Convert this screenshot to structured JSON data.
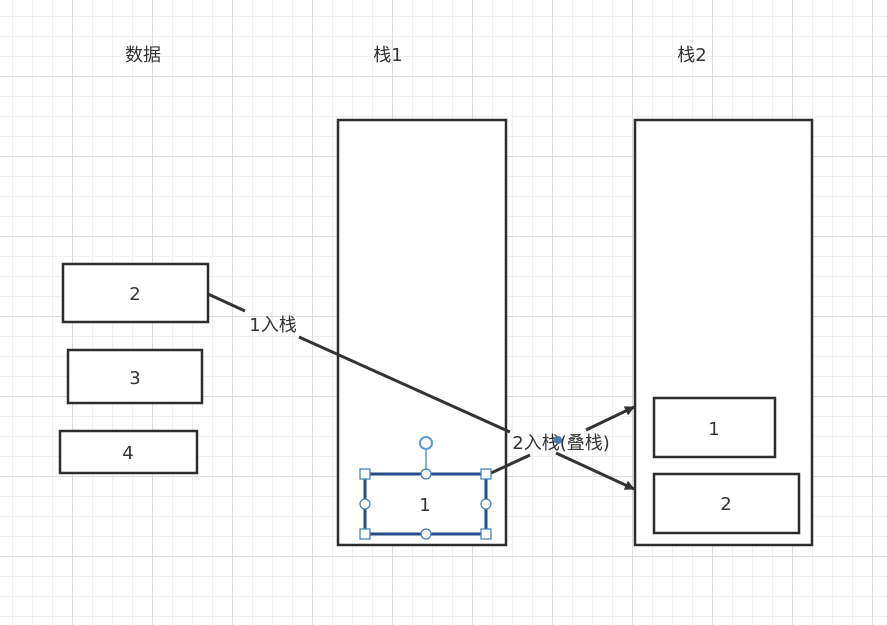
{
  "columns": {
    "data_label": "数据",
    "stack1_label": "栈1",
    "stack2_label": "栈2"
  },
  "data_items": [
    "2",
    "3",
    "4"
  ],
  "stack1_items": [
    "1"
  ],
  "stack2_items": [
    "1",
    "2"
  ],
  "edges": {
    "push1_label": "1入栈",
    "push2_label": "2入栈(叠栈)"
  },
  "colors": {
    "grid_major": "#dcdcdc",
    "grid_minor": "#f0f0f0",
    "stroke": "#2d2d2d",
    "selection": "#3d7bb8",
    "handle_rotate": "#5b9bd5"
  }
}
